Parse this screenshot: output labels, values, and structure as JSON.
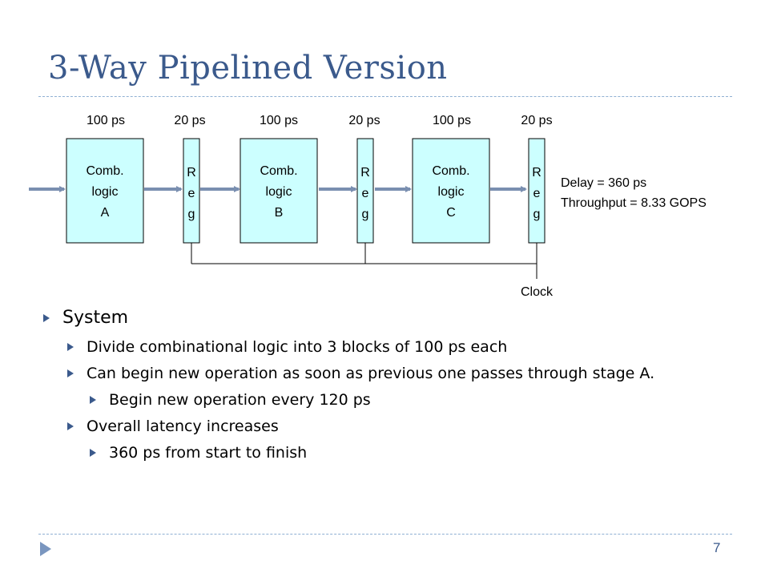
{
  "slide": {
    "title": "3-Way Pipelined Version",
    "page_number": "7",
    "accent_color": "#3b5a8c"
  },
  "diagram": {
    "delay_labels": [
      "100 ps",
      "20 ps",
      "100 ps",
      "20 ps",
      "100 ps",
      "20 ps"
    ],
    "blocks": [
      {
        "lines": [
          "Comb.",
          "logic",
          "A"
        ]
      },
      {
        "lines": [
          "Comb.",
          "logic",
          "B"
        ]
      },
      {
        "lines": [
          "Comb.",
          "logic",
          "C"
        ]
      }
    ],
    "register_letters": [
      "R",
      "e",
      "g"
    ],
    "delay_text": "Delay = 360 ps",
    "throughput_text": "Throughput = 8.33 GOPS",
    "clock_label": "Clock",
    "block_fill": "#ccffff"
  },
  "bullets": [
    {
      "level": 1,
      "text": "System"
    },
    {
      "level": 2,
      "text": "Divide combinational logic into 3 blocks of 100 ps each"
    },
    {
      "level": 2,
      "text": "Can begin new operation as soon as previous one passes through stage A."
    },
    {
      "level": 3,
      "text": "Begin new operation every 120 ps"
    },
    {
      "level": 2,
      "text": "Overall latency increases"
    },
    {
      "level": 3,
      "text": "360 ps from start to finish"
    }
  ]
}
